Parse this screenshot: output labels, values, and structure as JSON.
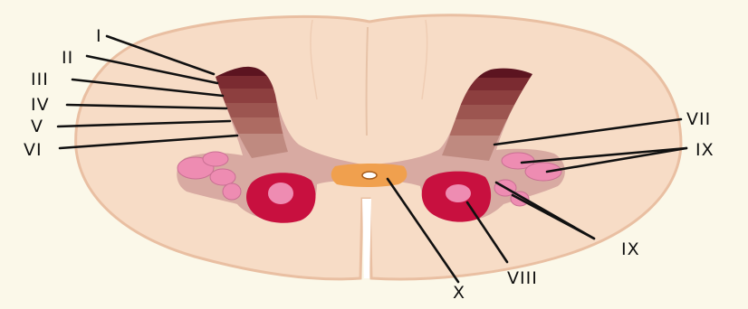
{
  "labels": {
    "lamina_1": "I",
    "lamina_2": "II",
    "lamina_3": "III",
    "lamina_4": "IV",
    "lamina_5": "V",
    "lamina_6": "VI",
    "lamina_7": "VII",
    "lamina_8": "VIII",
    "lamina_9_lateral": "IX",
    "lamina_9_medial": "IX",
    "lamina_10": "X"
  },
  "colors": {
    "white_matter": "#f7dcc6",
    "white_matter_edge": "#e9bfa2",
    "background": "#fbf8e9",
    "lamina_1": "#5c1420",
    "lamina_2": "#7b2b31",
    "lamina_3": "#8d3f3f",
    "lamina_4": "#9c5550",
    "lamina_5": "#ad6b62",
    "lamina_6": "#bf8a80",
    "lamina_7": "#d8aaa2",
    "lamina_8": "#c8103f",
    "lamina_9": "#ee8cb2",
    "lamina_10": "#f0a04e"
  }
}
